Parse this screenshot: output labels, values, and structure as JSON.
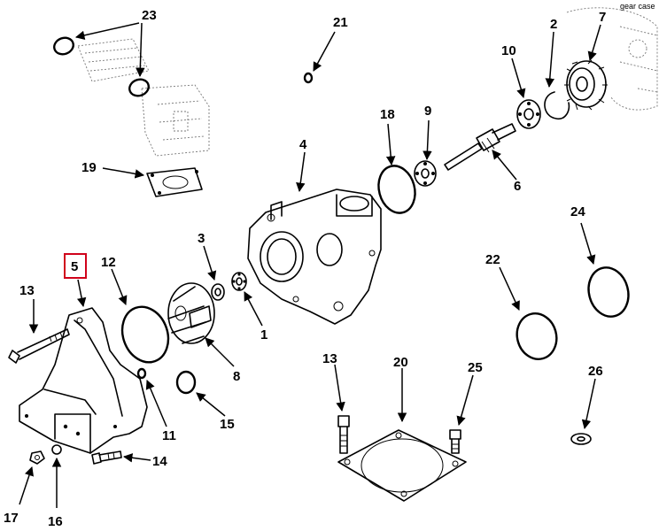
{
  "header": {
    "context_label": "gear case"
  },
  "callouts": {
    "c1": "1",
    "c2": "2",
    "c3": "3",
    "c4": "4",
    "c5": "5",
    "c6": "6",
    "c7": "7",
    "c8": "8",
    "c9": "9",
    "c10": "10",
    "c11": "11",
    "c12": "12",
    "c13a": "13",
    "c13b": "13",
    "c14": "14",
    "c15": "15",
    "c16": "16",
    "c17": "17",
    "c18": "18",
    "c19": "19",
    "c20": "20",
    "c21": "21",
    "c22": "22",
    "c23": "23",
    "c24": "24",
    "c25": "25",
    "c26": "26"
  },
  "highlighted_callout": "5",
  "colors": {
    "line": "#000000",
    "highlight": "#d0021b",
    "background": "#ffffff"
  }
}
